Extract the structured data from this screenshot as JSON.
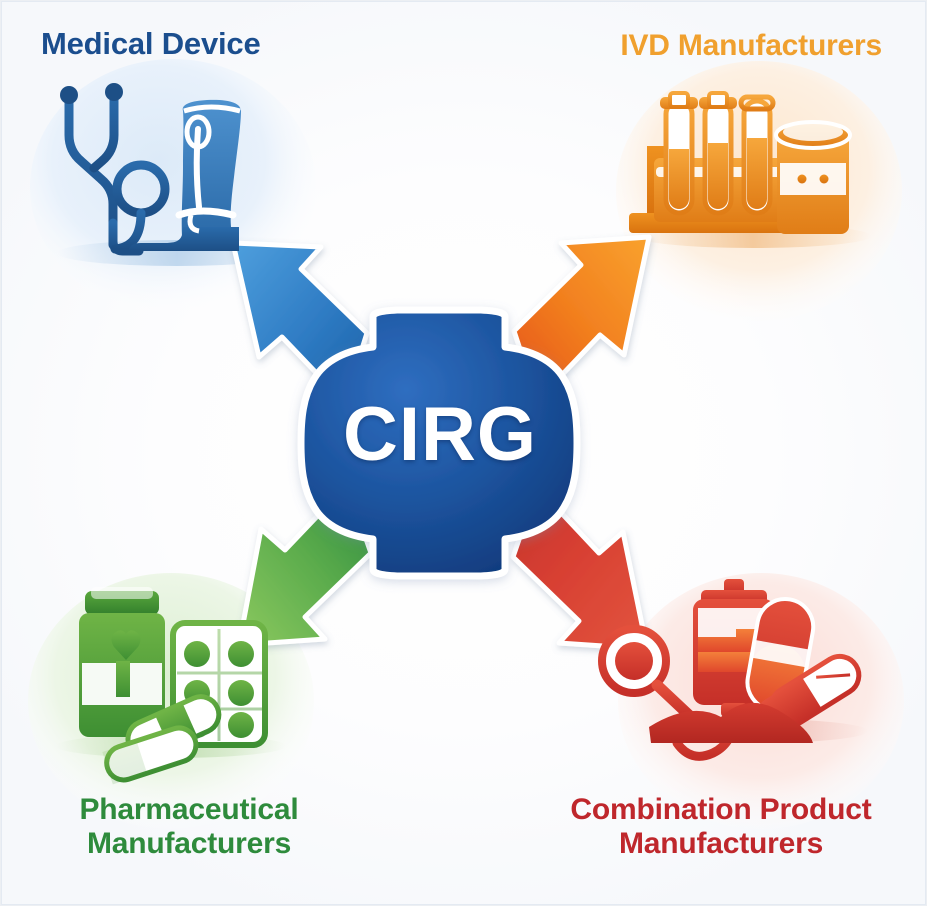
{
  "diagram": {
    "type": "hub-and-spoke",
    "title_text": "CIRG",
    "center": {
      "label": "CIRG",
      "shape": "rounded-blob",
      "fill_dark": "#123f86",
      "fill_light": "#2a63b4",
      "outline": "#ffffff",
      "text_color": "#ffffff"
    },
    "background": "#ffffff",
    "arrow_count": 4,
    "nodes": [
      {
        "id": "medical-device",
        "label": "Medical Device",
        "position": "top-left",
        "color": "#1b4e8e",
        "accent_light": "#4a9ad9",
        "accent_dark": "#1f69b0",
        "halo_color": "#e6f0fa",
        "icon": "stethoscope-and-leg-brace-icon",
        "arrow_direction": "up-left"
      },
      {
        "id": "ivd-manufacturers",
        "label": "IVD Manufacturers",
        "position": "top-right",
        "color": "#f0a02e",
        "accent_light": "#f9a63a",
        "accent_dark": "#e8551c",
        "halo_color": "#fdeedd",
        "icon": "test-tube-rack-and-specimen-jar-icon",
        "arrow_direction": "up-right"
      },
      {
        "id": "pharmaceutical-manufacturers",
        "label": "Pharmaceutical\nManufacturers",
        "position": "bottom-left",
        "color": "#2e8b3c",
        "accent_light": "#80c056",
        "accent_dark": "#2f8b3e",
        "halo_color": "#e9f5e3",
        "icon": "pill-bottle-blister-pack-capsules-icon",
        "arrow_direction": "down-left"
      },
      {
        "id": "combination-product-manufacturers",
        "label": "Combination Product\nManufacturers",
        "position": "bottom-right",
        "color": "#bf272c",
        "accent_light": "#e4503c",
        "accent_dark": "#c8352b",
        "halo_color": "#fbe7e4",
        "icon": "iv-bag-capsules-and-magnifier-icon",
        "arrow_direction": "down-right"
      }
    ]
  }
}
